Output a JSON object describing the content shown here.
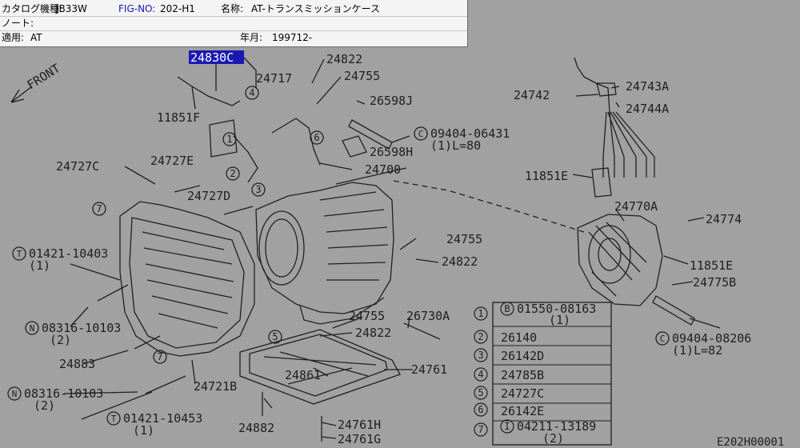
{
  "header": {
    "catalog_model_label": "カタログ機種:",
    "catalog_model_value": "JB33W",
    "fig_no_label": "FIG-NO:",
    "fig_no_value": "202-H1",
    "name_label": "名称:",
    "name_value": "AT-トランスミッションケース",
    "note_label": "ノート:",
    "apply_label": "適用:",
    "apply_value": "AT",
    "year_label": "年月:",
    "year_value": "199712-"
  },
  "diagram": {
    "front_label": "FRONT",
    "figure_code": "E202H00001",
    "selected_part": "24830C",
    "part_labels": [
      "24822",
      "24717",
      "24755",
      "26598J",
      "11851F",
      "24742",
      "24743A",
      "24744A",
      "09404-06431",
      "(1)L=80",
      "26598H",
      "24727C",
      "24727E",
      "24700",
      "11851E",
      "24727D",
      "24770A",
      "24774",
      "01421-10403",
      "(1)",
      "24755",
      "24822",
      "11851E",
      "24775B",
      "24755",
      "24822",
      "26730A",
      "08316-10103",
      "(2)",
      "24883",
      "24721B",
      "24861",
      "24761",
      "09404-08206",
      "(1)L=82",
      "08316-10103",
      "(2)",
      "01421-10453",
      "(1)",
      "24882",
      "24761H",
      "24761G"
    ],
    "circled_refs": [
      "4",
      "1",
      "6",
      "2",
      "3",
      "7",
      "5",
      "7"
    ]
  },
  "legend": [
    {
      "ref": "1",
      "code_prefix": "B",
      "part": "01550-08163",
      "qty": "(1)"
    },
    {
      "ref": "2",
      "code_prefix": "",
      "part": "26140",
      "qty": ""
    },
    {
      "ref": "3",
      "code_prefix": "",
      "part": "26142D",
      "qty": ""
    },
    {
      "ref": "4",
      "code_prefix": "",
      "part": "24785B",
      "qty": ""
    },
    {
      "ref": "5",
      "code_prefix": "",
      "part": "24727C",
      "qty": ""
    },
    {
      "ref": "6",
      "code_prefix": "",
      "part": "26142E",
      "qty": ""
    },
    {
      "ref": "7",
      "code_prefix": "I",
      "part": "04211-13189",
      "qty": "(2)"
    }
  ],
  "colors": {
    "background": "#a1a1a1",
    "ink": "#202020",
    "highlight": "#1a1ab0",
    "header_bg": "#f4f4f4"
  }
}
